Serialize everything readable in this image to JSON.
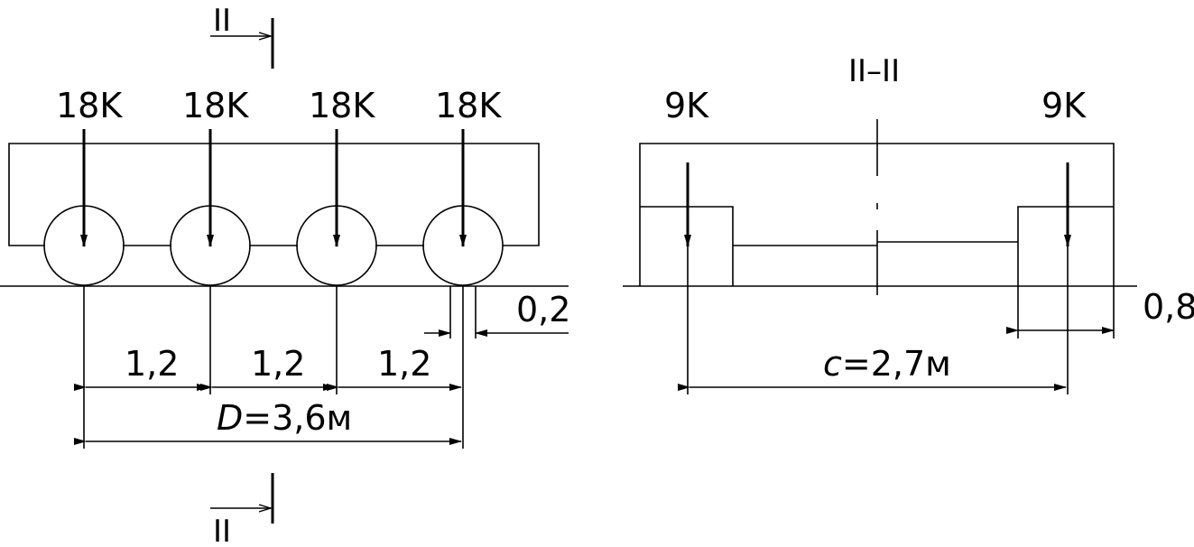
{
  "left_view": {
    "section_marker_top": "II",
    "section_marker_bottom": "II",
    "loads": [
      "18K",
      "18K",
      "18K",
      "18K"
    ],
    "spacings": [
      "1,2",
      "1,2",
      "1,2"
    ],
    "total_prefix": "D",
    "total_value": "=3,6м",
    "pile_dim": "0,2"
  },
  "right_view": {
    "section_title": "II–II",
    "load_left": "9K",
    "load_right": "9K",
    "span_prefix": "c",
    "span_value": "=2,7м",
    "edge_dim": "0,8"
  }
}
